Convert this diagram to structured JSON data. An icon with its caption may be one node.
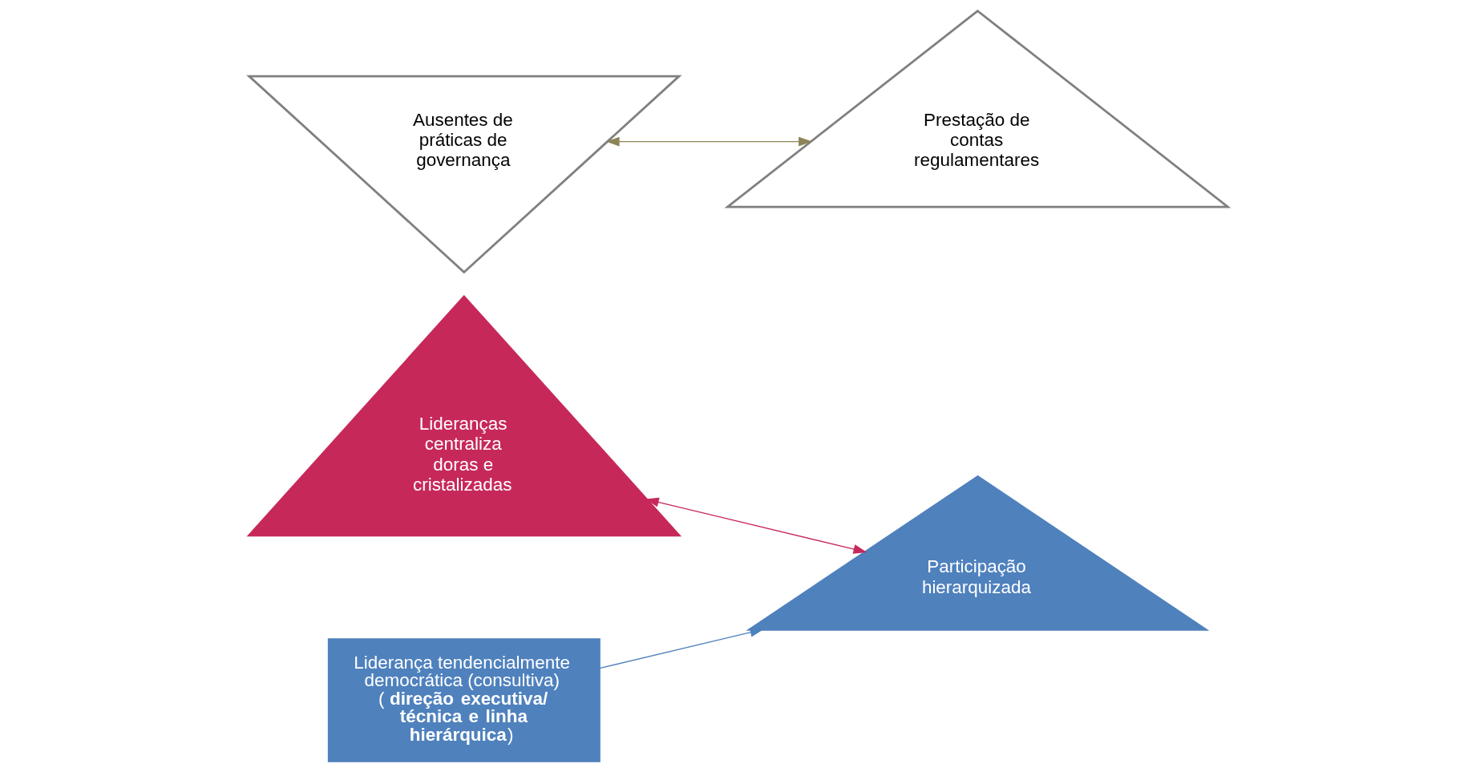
{
  "diagram": {
    "nodes": [
      {
        "text": [
          "Lideranças centraliza doras e cristalizadas"
        ]
      },
      {
        "text": [
          "Ausentes de práticas de governança"
        ]
      },
      {
        "text": [
          "Prestação de contas regulamentares"
        ]
      },
      {
        "text": [
          "Participação hierarquizada"
        ]
      },
      {
        "text": [
          "Liderança tendencialmente democrática (consultiva) (**direção executiva/ técnica e linha hierárquica**)"
        ]
      }
    ],
    "edges": [
      {
        "from": 0,
        "to": 3,
        "arrow": "both",
        "color": "#c7285a"
      },
      {
        "from": 1,
        "to": 2,
        "arrow": "both",
        "color": "#8c8456"
      },
      {
        "from": 4,
        "to": 3,
        "arrow": "to",
        "color": "#4f81bd"
      }
    ]
  }
}
